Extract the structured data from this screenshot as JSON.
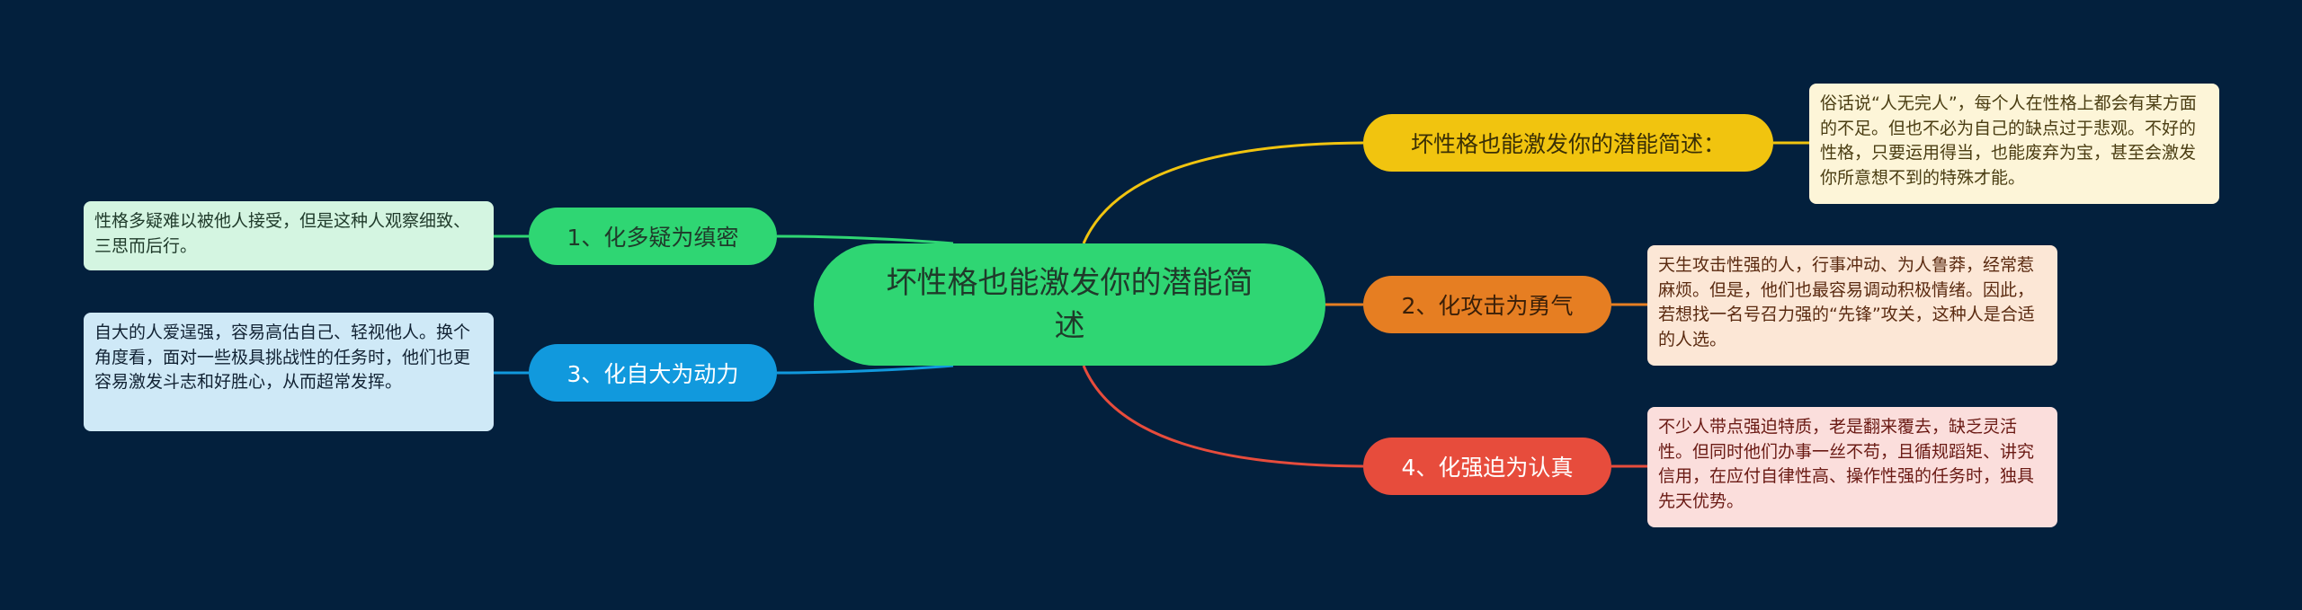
{
  "colors": {
    "background": "#03203d",
    "root": "#2fd673",
    "yellow": "#f1c40f",
    "orange": "#e67e22",
    "red": "#e74c3c",
    "green": "#2fd673",
    "blue": "#1199dd"
  },
  "root": {
    "label": "坏性格也能激发你的潜能简述"
  },
  "branches": [
    {
      "id": "intro",
      "side": "right",
      "color": "yellow",
      "label": "坏性格也能激发你的潜能简述：",
      "leaf": "俗话说“人无完人”，每个人在性格上都会有某方面的不足。但也不必为自己的缺点过于悲观。不好的性格，只要运用得当，也能废弃为宝，甚至会激发你所意想不到的特殊才能。"
    },
    {
      "id": "b2",
      "side": "right",
      "color": "orange",
      "label": "2、化攻击为勇气",
      "leaf": "天生攻击性强的人，行事冲动、为人鲁莽，经常惹麻烦。但是，他们也最容易调动积极情绪。因此，若想找一名号召力强的“先锋”攻关，这种人是合适的人选。"
    },
    {
      "id": "b4",
      "side": "right",
      "color": "red",
      "label": "4、化强迫为认真",
      "leaf": "不少人带点强迫特质，老是翻来覆去，缺乏灵活性。但同时他们办事一丝不苟，且循规蹈矩、讲究信用，在应付自律性高、操作性强的任务时，独具先天优势。"
    },
    {
      "id": "b1",
      "side": "left",
      "color": "green",
      "label": "1、化多疑为缜密",
      "leaf": "性格多疑难以被他人接受，但是这种人观察细致、三思而后行。"
    },
    {
      "id": "b3",
      "side": "left",
      "color": "blue",
      "label": "3、化自大为动力",
      "leaf": "自大的人爱逞强，容易高估自己、轻视他人。换个角度看，面对一些极具挑战性的任务时，他们也更容易激发斗志和好胜心，从而超常发挥。"
    }
  ]
}
